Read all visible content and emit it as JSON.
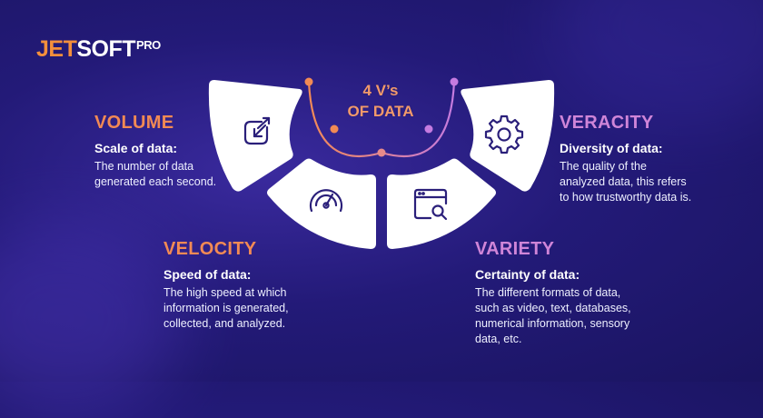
{
  "brand": {
    "jet": "JET",
    "soft": "SOFT",
    "pro": "PRO"
  },
  "title": {
    "line1": "4 V’s",
    "line2": "OF DATA"
  },
  "volume": {
    "heading": "VOLUME",
    "subheading": "Scale of data:",
    "lines": [
      "The number of data",
      "generated each second."
    ]
  },
  "velocity": {
    "heading": "VELOCITY",
    "subheading": "Speed of data:",
    "lines": [
      "The high speed at which",
      "information is generated,",
      "collected, and analyzed."
    ]
  },
  "veracity": {
    "heading": "VERACITY",
    "subheading": "Diversity of data:",
    "lines": [
      "The quality of the",
      "analyzed data, this refers",
      "to how trustworthy data is."
    ]
  },
  "variety": {
    "heading": "VARIETY",
    "subheading": "Certainty of data:",
    "lines": [
      "The different formats of data,",
      "such as video, text, databases,",
      "numerical information, sensory",
      "data, etc."
    ]
  },
  "icons": {
    "volume": "expand-arrow-icon",
    "velocity": "speedometer-icon",
    "veracity": "gear-icon",
    "variety": "browser-search-icon"
  },
  "colors": {
    "background": "#231a78",
    "orange": "#f28a54",
    "violet": "#cf85d8",
    "card": "#ffffff",
    "icon": "#2a1f7a"
  }
}
